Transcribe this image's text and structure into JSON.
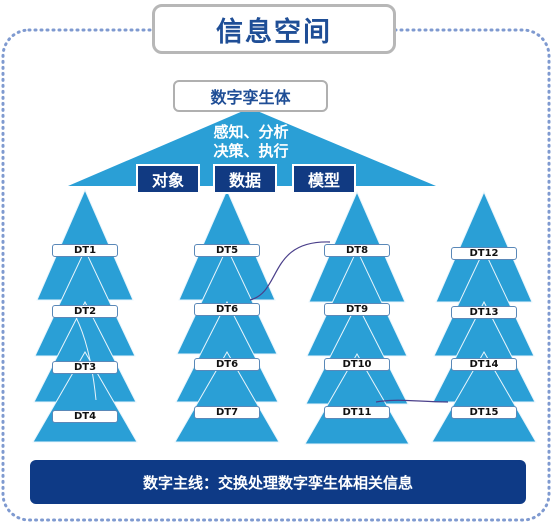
{
  "title": "信息空间",
  "digital_twin": "数字孪生体",
  "capability_line1": "感知、分析",
  "capability_line2": "决策、执行",
  "tags": [
    "对象",
    "数据",
    "模型"
  ],
  "columns": [
    [
      "DT1",
      "DT2",
      "DT3",
      "DT4"
    ],
    [
      "DT5",
      "DT6",
      "DT6",
      "DT7"
    ],
    [
      "DT8",
      "DT9",
      "DT10",
      "DT11"
    ],
    [
      "DT12",
      "DT13",
      "DT14",
      "DT15"
    ]
  ],
  "thread": "数字主线：交换处理数字孪生体相关信息",
  "colors": {
    "triangle": "#2a9fd6",
    "triangle_dark": "#1f8cc4",
    "navy": "#0e3a86",
    "title_text": "#1f4e96",
    "frame_dots": "#7f9ad0"
  }
}
